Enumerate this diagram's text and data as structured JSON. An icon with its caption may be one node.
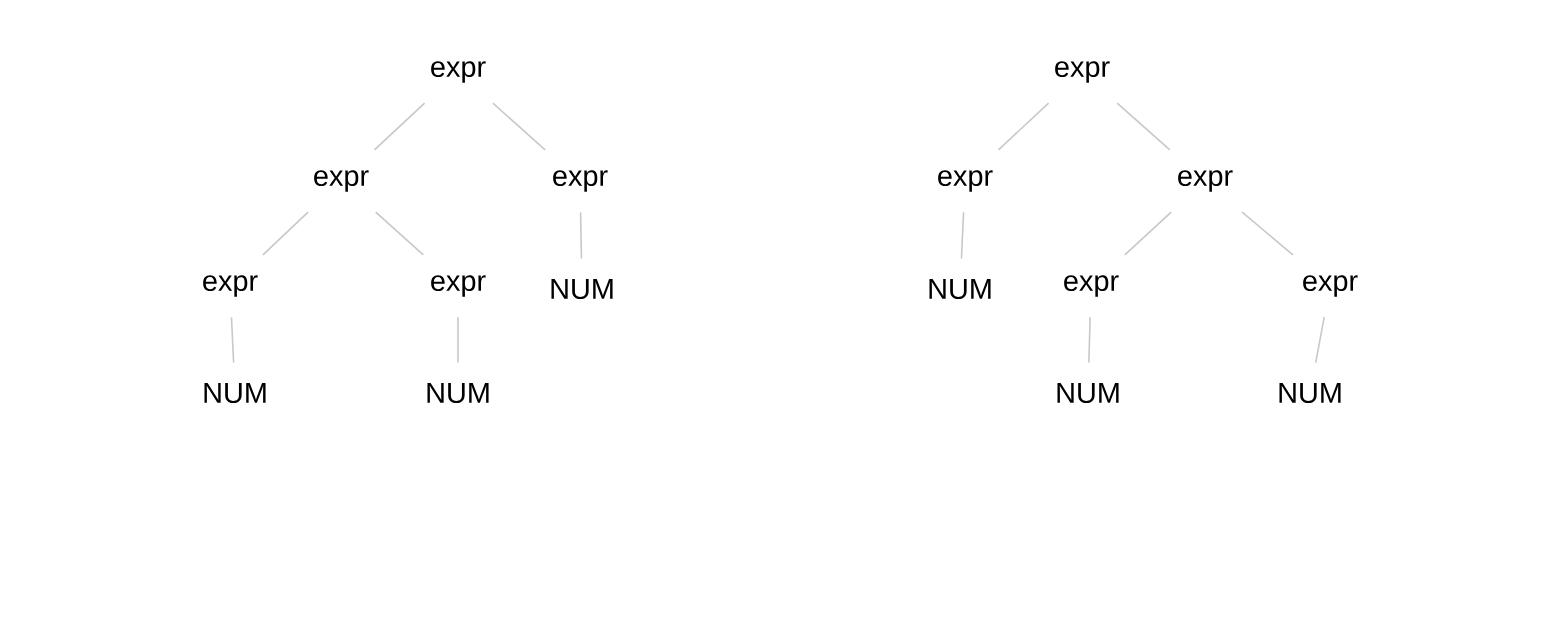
{
  "diagram": {
    "nodes": [
      {
        "text": [
          "expr"
        ]
      },
      {
        "text": [
          "expr"
        ]
      },
      {
        "text": [
          "expr"
        ]
      },
      {
        "text": [
          "expr"
        ]
      },
      {
        "text": [
          "expr"
        ]
      },
      {
        "text": [
          "NUM"
        ]
      },
      {
        "text": [
          "NUM"
        ]
      },
      {
        "text": [
          "NUM"
        ]
      },
      {
        "text": [
          "expr"
        ]
      },
      {
        "text": [
          "expr"
        ]
      },
      {
        "text": [
          "expr"
        ]
      },
      {
        "text": [
          "NUM"
        ]
      },
      {
        "text": [
          "expr"
        ]
      },
      {
        "text": [
          "expr"
        ]
      },
      {
        "text": [
          "NUM"
        ]
      },
      {
        "text": [
          "NUM"
        ]
      }
    ],
    "edges": [
      {
        "from": 0,
        "to": 1,
        "arrow": "none"
      },
      {
        "from": 0,
        "to": 2,
        "arrow": "none"
      },
      {
        "from": 1,
        "to": 3,
        "arrow": "none"
      },
      {
        "from": 1,
        "to": 4,
        "arrow": "none"
      },
      {
        "from": 2,
        "to": 5,
        "arrow": "none"
      },
      {
        "from": 3,
        "to": 6,
        "arrow": "none"
      },
      {
        "from": 4,
        "to": 7,
        "arrow": "none"
      },
      {
        "from": 8,
        "to": 9,
        "arrow": "none"
      },
      {
        "from": 8,
        "to": 10,
        "arrow": "none"
      },
      {
        "from": 9,
        "to": 11,
        "arrow": "none"
      },
      {
        "from": 10,
        "to": 12,
        "arrow": "none"
      },
      {
        "from": 10,
        "to": 13,
        "arrow": "none"
      },
      {
        "from": 12,
        "to": 14,
        "arrow": "none"
      },
      {
        "from": 13,
        "to": 15,
        "arrow": "none"
      }
    ]
  }
}
